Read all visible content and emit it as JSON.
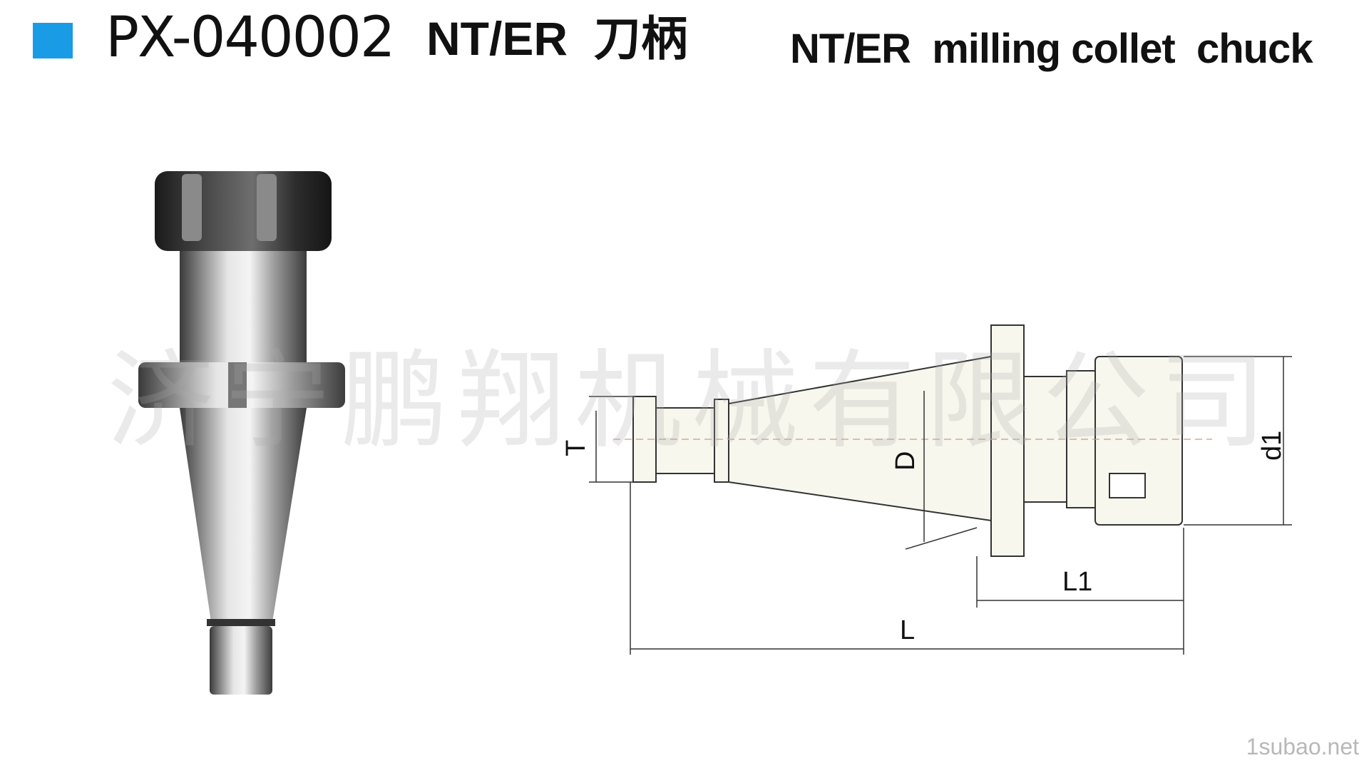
{
  "header": {
    "model_code": "PX-040002",
    "title_cn": "NT/ER  刀柄",
    "title_en": "NT/ER  milling collet  chuck",
    "accent_color": "#1a9be6"
  },
  "watermark": {
    "text": "济宁鹏翔机械有限公司"
  },
  "drawing": {
    "labels": {
      "T": "T",
      "D": "D",
      "d1": "d1",
      "L1": "L1",
      "L": "L"
    }
  },
  "site_tag": "1subao.net"
}
